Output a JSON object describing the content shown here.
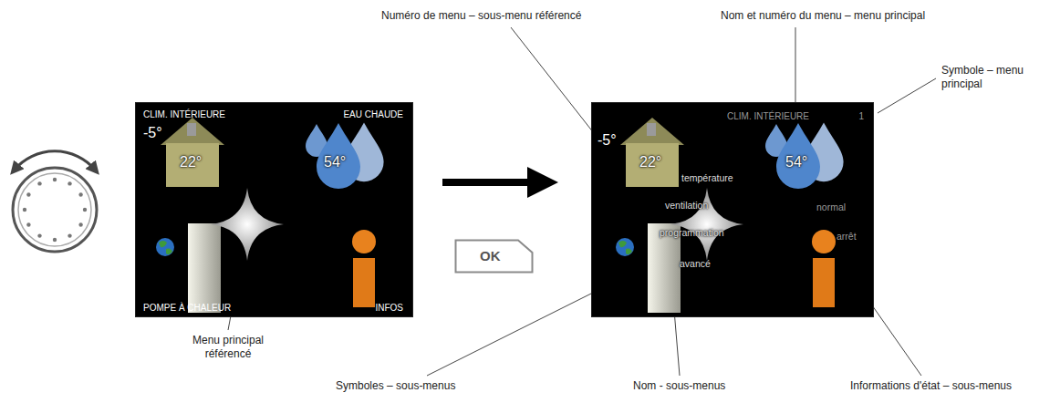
{
  "diagram": {
    "nodes": [
      {
        "text": [
          "CLIM. INTÉRIEURE",
          "EAU CHAUDE",
          "-5°",
          "22°",
          "54°",
          "POMPE À CHALEUR",
          "INFOS"
        ]
      },
      {
        "text": [
          "OK"
        ]
      },
      {
        "text": [
          "CLIM. INTÉRIEURE",
          "1",
          "-5°",
          "22°",
          "54°",
          "température",
          "ventilation",
          "programmation",
          "avancé",
          "normal",
          "arrêt"
        ]
      }
    ],
    "edges": [
      {
        "from": 0,
        "to": 2,
        "arrow": "to"
      }
    ],
    "labels": [
      "Numéro de menu – sous-menu référencé",
      "Nom et numéro du menu – menu principal",
      "Symbole – menu principal",
      "Menu principal référencé",
      "Symboles – sous-menus",
      "Nom - sous-menus",
      "Informations d'état – sous-menus"
    ]
  }
}
